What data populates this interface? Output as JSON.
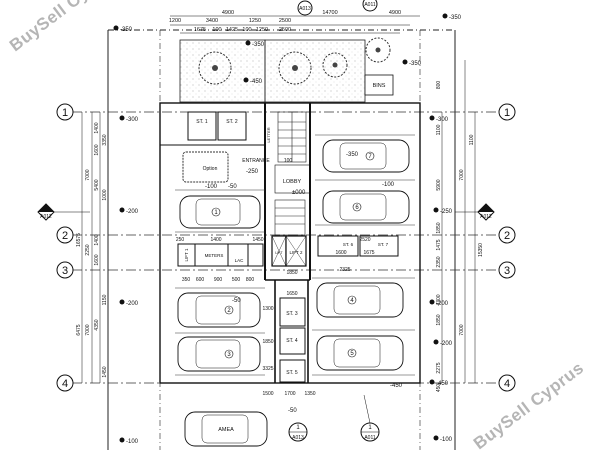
{
  "grid_lines": [
    "1",
    "2",
    "3",
    "4"
  ],
  "section_tags": {
    "left": "A012",
    "right": "A012",
    "top_left": "A013",
    "top_right": "A011",
    "bottom_left": "A013",
    "bottom_right": "A011",
    "bottom_left_num": "1",
    "bottom_right_num": "1"
  },
  "rooms": {
    "st1": "ST. 1",
    "st2": "ST. 2",
    "st3": "ST. 3",
    "st4": "ST. 4",
    "st5": "ST. 5",
    "st6": "ST. 6",
    "st7": "ST. 7",
    "lift1": "LIFT 1",
    "lift2": "LIFT 2",
    "meters": "METERS",
    "lac": "LAC",
    "lift_label": "LIFT",
    "lobby": "LOBBY",
    "entrance": "ENTRANCE",
    "bins": "BINS",
    "amea": "AMEA",
    "option": "Option",
    "letter": "LETTER"
  },
  "parking_numbers": [
    "1",
    "2",
    "3",
    "4",
    "5",
    "6",
    "7"
  ],
  "levels": [
    "-350",
    "-300",
    "-200",
    "-100",
    "-250",
    "-450",
    "-50",
    "±000"
  ],
  "dims_top": [
    "4900",
    "1200",
    "3400",
    "1250",
    "2500",
    "14700",
    "4900",
    "1675",
    "100",
    "1425",
    "100",
    "1250",
    "2500"
  ],
  "dims_left": [
    "1400",
    "1600",
    "3350",
    "7000",
    "5400",
    "1000",
    "16575",
    "2250",
    "1400",
    "1600",
    "1150",
    "4350",
    "6475",
    "7000",
    "1450"
  ],
  "dims_right": [
    "800",
    "1100",
    "5900",
    "7000",
    "1850",
    "1100",
    "1475",
    "2350",
    "15350",
    "4300",
    "1850",
    "7000",
    "2275",
    "450"
  ],
  "dims_mid": [
    "1400",
    "1450",
    "1850",
    "1600",
    "1675",
    "2325",
    "2520",
    "250",
    "900",
    "350",
    "600",
    "500",
    "800",
    "1650",
    "1300",
    "1850",
    "1350",
    "1500",
    "1700",
    "3325",
    "100"
  ],
  "watermark": "BuySell Cyprus"
}
